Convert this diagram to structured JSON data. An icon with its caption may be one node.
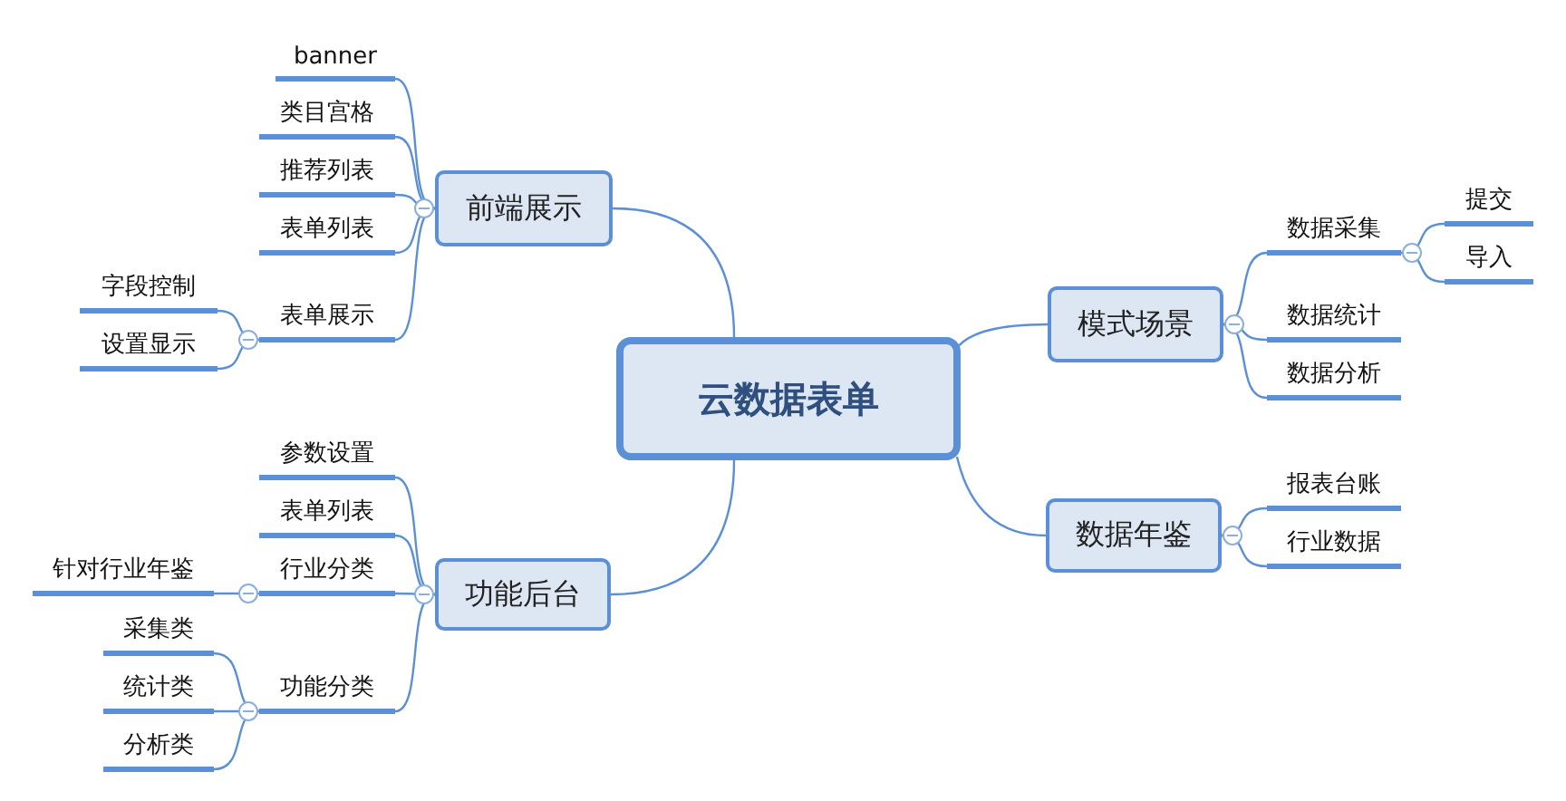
{
  "diagram": {
    "nodes": [
      {
        "text": [
          "云数据表单"
        ]
      },
      {
        "text": [
          "前端展示"
        ]
      },
      {
        "text": [
          "banner"
        ]
      },
      {
        "text": [
          "类目宫格"
        ]
      },
      {
        "text": [
          "推荐列表"
        ]
      },
      {
        "text": [
          "表单列表"
        ]
      },
      {
        "text": [
          "表单展示"
        ]
      },
      {
        "text": [
          "字段控制"
        ]
      },
      {
        "text": [
          "设置显示"
        ]
      },
      {
        "text": [
          "功能后台"
        ]
      },
      {
        "text": [
          "参数设置"
        ]
      },
      {
        "text": [
          "表单列表"
        ]
      },
      {
        "text": [
          "行业分类"
        ]
      },
      {
        "text": [
          "针对行业年鉴"
        ]
      },
      {
        "text": [
          "功能分类"
        ]
      },
      {
        "text": [
          "采集类"
        ]
      },
      {
        "text": [
          "统计类"
        ]
      },
      {
        "text": [
          "分析类"
        ]
      },
      {
        "text": [
          "模式场景"
        ]
      },
      {
        "text": [
          "数据采集"
        ]
      },
      {
        "text": [
          "提交"
        ]
      },
      {
        "text": [
          "导入"
        ]
      },
      {
        "text": [
          "数据统计"
        ]
      },
      {
        "text": [
          "数据分析"
        ]
      },
      {
        "text": [
          "数据年鉴"
        ]
      },
      {
        "text": [
          "报表台账"
        ]
      },
      {
        "text": [
          "行业数据"
        ]
      }
    ],
    "edges": [
      {
        "from": 0,
        "to": 1,
        "arrow": "none"
      },
      {
        "from": 1,
        "to": 2,
        "arrow": "none"
      },
      {
        "from": 1,
        "to": 3,
        "arrow": "none"
      },
      {
        "from": 1,
        "to": 4,
        "arrow": "none"
      },
      {
        "from": 1,
        "to": 5,
        "arrow": "none"
      },
      {
        "from": 1,
        "to": 6,
        "arrow": "none"
      },
      {
        "from": 6,
        "to": 7,
        "arrow": "none"
      },
      {
        "from": 6,
        "to": 8,
        "arrow": "none"
      },
      {
        "from": 0,
        "to": 9,
        "arrow": "none"
      },
      {
        "from": 9,
        "to": 10,
        "arrow": "none"
      },
      {
        "from": 9,
        "to": 11,
        "arrow": "none"
      },
      {
        "from": 9,
        "to": 12,
        "arrow": "none"
      },
      {
        "from": 12,
        "to": 13,
        "arrow": "none"
      },
      {
        "from": 9,
        "to": 14,
        "arrow": "none"
      },
      {
        "from": 14,
        "to": 15,
        "arrow": "none"
      },
      {
        "from": 14,
        "to": 16,
        "arrow": "none"
      },
      {
        "from": 14,
        "to": 17,
        "arrow": "none"
      },
      {
        "from": 0,
        "to": 18,
        "arrow": "none"
      },
      {
        "from": 18,
        "to": 19,
        "arrow": "none"
      },
      {
        "from": 19,
        "to": 20,
        "arrow": "none"
      },
      {
        "from": 19,
        "to": 21,
        "arrow": "none"
      },
      {
        "from": 18,
        "to": 22,
        "arrow": "none"
      },
      {
        "from": 18,
        "to": 23,
        "arrow": "none"
      },
      {
        "from": 0,
        "to": 24,
        "arrow": "none"
      },
      {
        "from": 24,
        "to": 25,
        "arrow": "none"
      },
      {
        "from": 24,
        "to": 26,
        "arrow": "none"
      }
    ]
  }
}
